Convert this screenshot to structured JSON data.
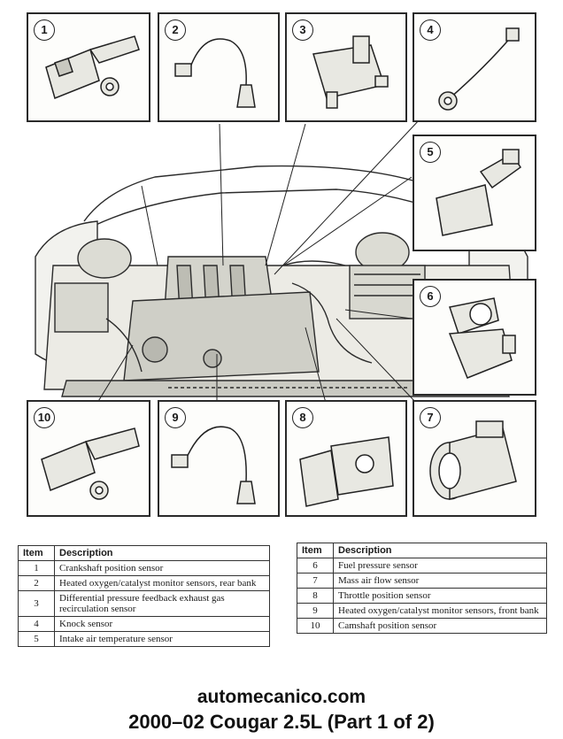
{
  "panels": [
    {
      "num": "1",
      "label": "Crankshaft position sensor"
    },
    {
      "num": "2",
      "label": "Heated oxygen/catalyst monitor sensors, rear bank"
    },
    {
      "num": "3",
      "label": "Differential pressure feedback exhaust gas recirculation sensor"
    },
    {
      "num": "4",
      "label": "Knock sensor"
    },
    {
      "num": "5",
      "label": "Intake air temperature sensor"
    },
    {
      "num": "6",
      "label": "Fuel pressure sensor"
    },
    {
      "num": "7",
      "label": "Mass air flow sensor"
    },
    {
      "num": "8",
      "label": "Throttle position sensor"
    },
    {
      "num": "9",
      "label": "Heated oxygen/catalyst monitor sensors, front bank"
    },
    {
      "num": "10",
      "label": "Camshaft position sensor"
    }
  ],
  "table": {
    "col_item": "Item",
    "col_desc": "Description",
    "left_rows": [
      {
        "item": "1",
        "desc": "Crankshaft position sensor"
      },
      {
        "item": "2",
        "desc": "Heated oxygen/catalyst monitor sensors, rear bank"
      },
      {
        "item": "3",
        "desc": "Differential pressure feedback exhaust gas recirculation sensor"
      },
      {
        "item": "4",
        "desc": "Knock sensor"
      },
      {
        "item": "5",
        "desc": "Intake air temperature sensor"
      }
    ],
    "right_rows": [
      {
        "item": "6",
        "desc": "Fuel pressure sensor"
      },
      {
        "item": "7",
        "desc": "Mass air flow sensor"
      },
      {
        "item": "8",
        "desc": "Throttle position sensor"
      },
      {
        "item": "9",
        "desc": "Heated oxygen/catalyst monitor sensors, front bank"
      },
      {
        "item": "10",
        "desc": "Camshaft position sensor"
      }
    ]
  },
  "footer": {
    "site": "automecanico.com",
    "caption": "2000–02 Cougar 2.5L (Part 1 of 2)"
  }
}
